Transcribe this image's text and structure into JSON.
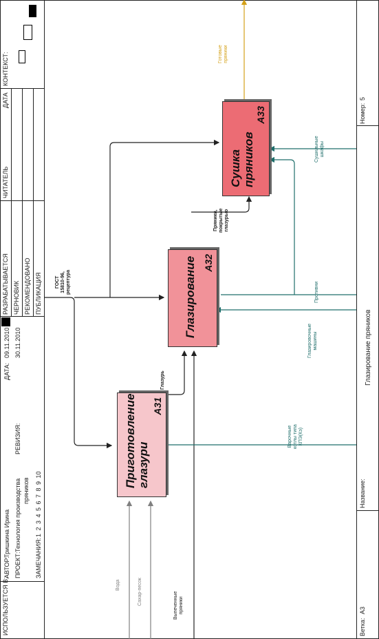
{
  "header": {
    "used_in_label": "ИСПОЛЬЗУЕТСЯ В:",
    "author_label": "АВТОР:",
    "author": "Тришкина Ирина",
    "date_label": "ДАТА:",
    "date": "09.11.2010",
    "project_label": "ПРОЕКТ:",
    "project_line1": "Технология производства",
    "project_line2": "пряников",
    "revision_label": "РЕВИЗИЯ:",
    "revision": "30.11.2010",
    "notes_label": "ЗАМЕЧАНИЯ:",
    "notes_numbers": "1  2  3  4  5  6  7  8  9  10",
    "status_working": "РАЗРАБАТЫВАЕТСЯ",
    "status_draft": "ЧЕРНОВИК",
    "status_recommended": "РЕКОМЕНДОВАНО",
    "status_publication": "ПУБЛИКАЦИЯ",
    "reader_label": "ЧИТАТЕЛЬ",
    "reader_date_label": "ДАТА",
    "context_label": "КОНТЕКСТ:"
  },
  "footer": {
    "node_label": "Ветка:",
    "node_value": "А3",
    "title_label": "Название:",
    "title_value": "Глазирование пряников",
    "number_label": "Номер:",
    "number_value": "5"
  },
  "boxes": [
    {
      "name": "Приготовление\nглазури",
      "number": "А31",
      "color": "#f6c6cb"
    },
    {
      "name": "Глазирование",
      "number": "А32",
      "color": "#f19299"
    },
    {
      "name": "Сушка\nпряников",
      "number": "А33",
      "color": "#ec6c74"
    }
  ],
  "arrows": {
    "input_water": "Вода",
    "input_sugar": "Сахар-песок",
    "input_gingerbread": "Выпеченные\nпряники",
    "control_gost": "ГОСТ\n15810-96,\nрецептура",
    "glaze": "Глазурь",
    "glazed": "Пряники,\nпокрытые\nглазурью",
    "output_ready": "Готовые\nпряники",
    "mech_boilers": "Варочные\nкотлы типа\nКПЭ(Кэ)",
    "mech_glazing": "Глазировочные\nмашины",
    "mech_trays": "Противни",
    "mech_dryers": "Сушильные\nшкафы"
  },
  "colors": {
    "input_arrow": "#808080",
    "output_arrow": "#d4a017",
    "mechanism_arrow": "#1f6e6b",
    "control_arrow": "#222222",
    "status_marker": "#000000"
  }
}
